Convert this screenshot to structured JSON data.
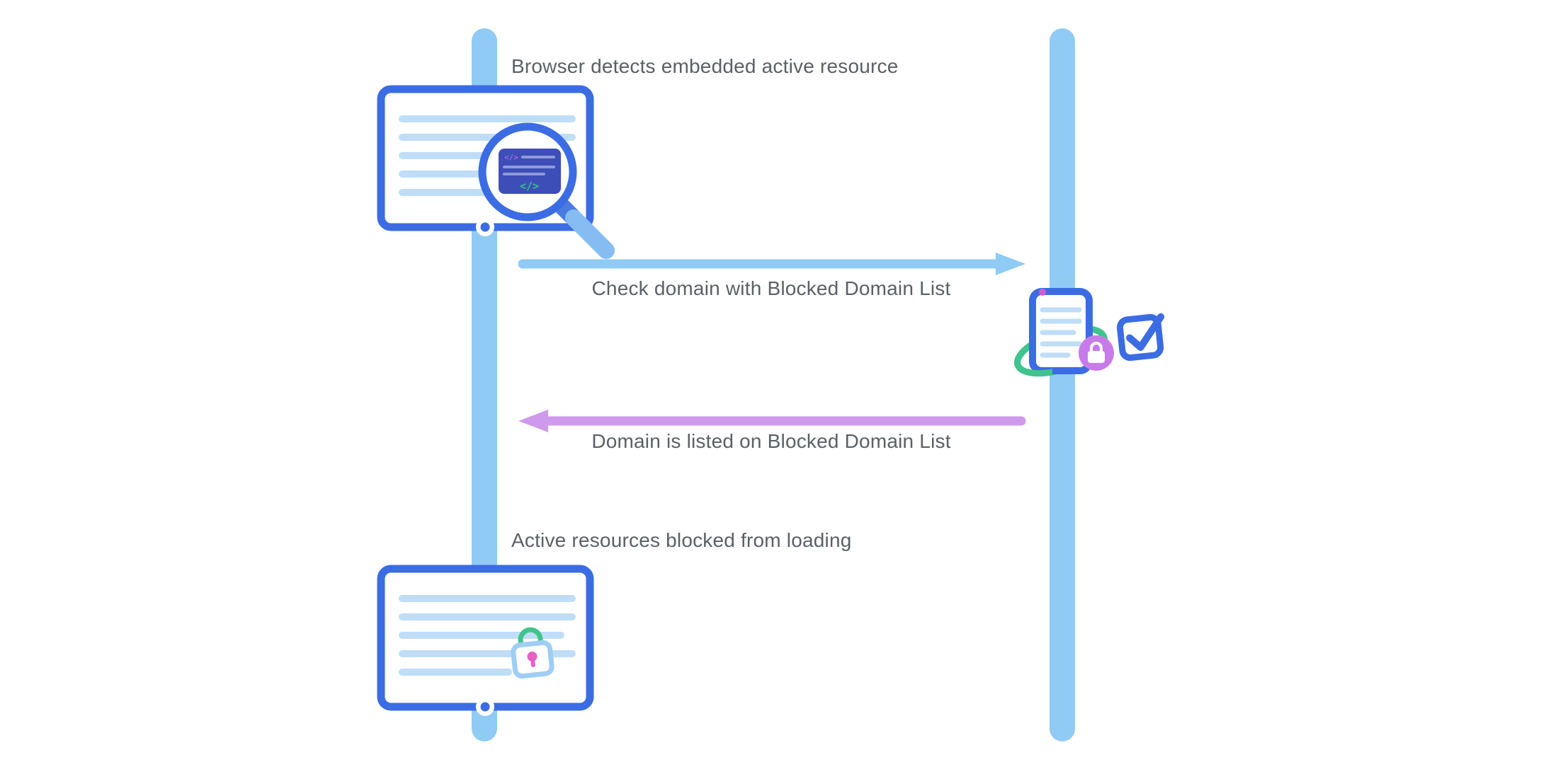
{
  "labels": {
    "step1": "Browser detects embedded active resource",
    "step2": "Check domain with Blocked Domain List",
    "step3": "Domain is listed on Blocked Domain List",
    "step4": "Active resources blocked from loading"
  },
  "icons": {
    "browser_search": "browser-window-with-magnifier",
    "blocked_domain_list": "document-with-lock-ring-and-checkbox",
    "browser_blocked": "browser-window-with-padlock",
    "code_glyph": "</>"
  },
  "colors": {
    "lifeline_blue": "#8FCBF5",
    "arrow_blue": "#8FCBF5",
    "arrow_purple": "#D09AEC",
    "outline_blue": "#3B6CE3",
    "line_light_blue": "#BFDDF7",
    "navy": "#3D4EB8",
    "code_green": "#33C48D",
    "code_purple": "#A86BE8",
    "ring_green": "#3FC48D",
    "lock_circle_purple": "#C77BE8",
    "pink": "#E660C4",
    "handle_blue": "#85BCF2",
    "handle_dark_blue": "#4A7BE0",
    "lock_outline_blue": "#9FCDF4",
    "dot_magenta": "#D65BD0",
    "text_gray": "#5B6066"
  }
}
